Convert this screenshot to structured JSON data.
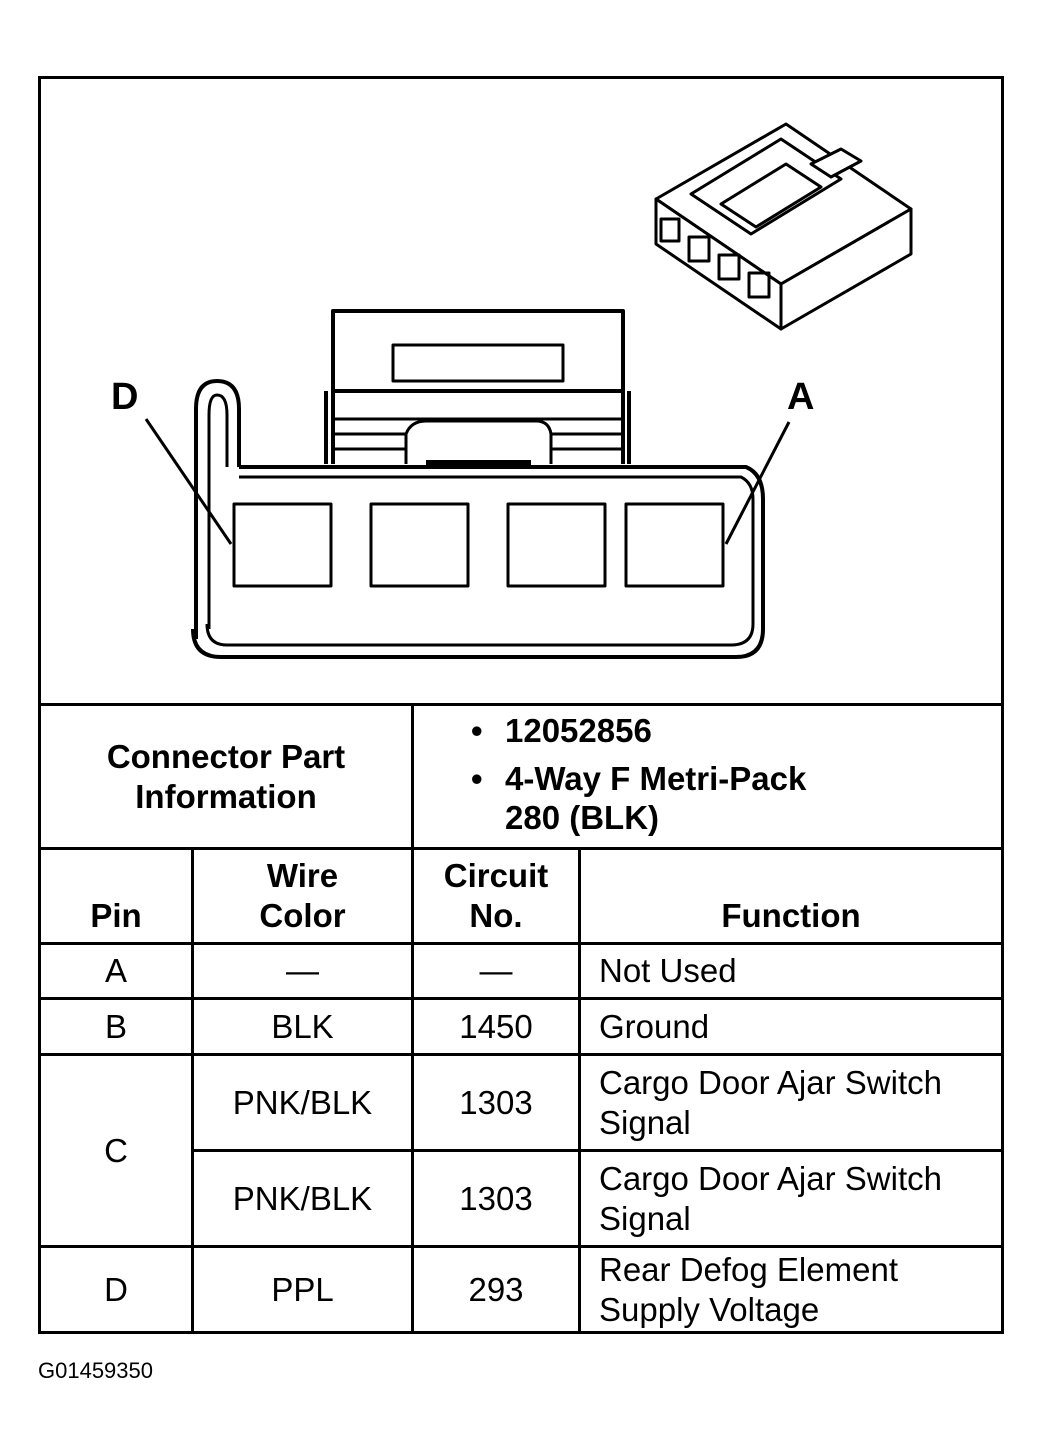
{
  "drawing": {
    "pin_left_label": "D",
    "pin_right_label": "A"
  },
  "connector_info": {
    "label": "Connector Part Information",
    "part_number": "12052856",
    "description_line1": "4-Way F Metri-Pack",
    "description_line2": "280 (BLK)"
  },
  "table": {
    "headers": {
      "pin": "Pin",
      "wire_color_1": "Wire",
      "wire_color_2": "Color",
      "circuit_1": "Circuit",
      "circuit_2": "No.",
      "function": "Function"
    },
    "rows": [
      {
        "pin": "A",
        "color": "—",
        "circuit": "—",
        "function_1": "Not Used",
        "function_2": ""
      },
      {
        "pin": "B",
        "color": "BLK",
        "circuit": "1450",
        "function_1": "Ground",
        "function_2": ""
      },
      {
        "pin": "C",
        "color": "PNK/BLK",
        "circuit": "1303",
        "function_1": "Cargo Door Ajar Switch",
        "function_2": "Signal"
      },
      {
        "pin": "",
        "color": "PNK/BLK",
        "circuit": "1303",
        "function_1": "Cargo Door Ajar Switch",
        "function_2": "Signal"
      },
      {
        "pin": "D",
        "color": "PPL",
        "circuit": "293",
        "function_1": "Rear Defog Element",
        "function_2": "Supply Voltage"
      }
    ]
  },
  "figure_id": "G01459350"
}
